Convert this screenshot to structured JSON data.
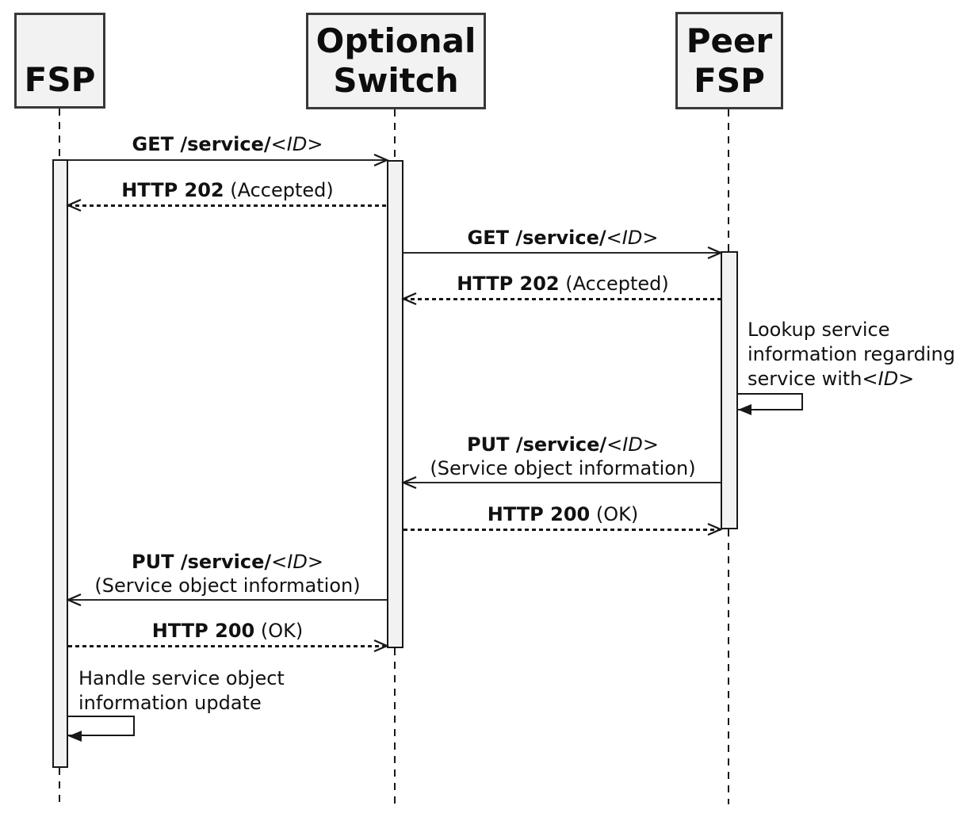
{
  "diagram_type": "uml-sequence-diagram",
  "colors": {
    "background": "#ffffff",
    "participant_fill": "#f2f2f2",
    "participant_border": "#383838",
    "activation_fill": "#f2f2f2",
    "line_color": "#181818"
  },
  "participants": [
    {
      "name": "FSP",
      "line1": "FSP",
      "line2": ""
    },
    {
      "name": "Optional Switch",
      "line1": "Optional",
      "line2": "Switch"
    },
    {
      "name": "Peer FSP",
      "line1": "Peer",
      "line2": "FSP"
    }
  ],
  "messages": {
    "get_fsp_to_switch": {
      "bold": "GET /service/",
      "id": "<ID>"
    },
    "http202_switch_to_fsp": {
      "bold": "HTTP 202",
      "rest": " (Accepted)"
    },
    "get_switch_to_peer": {
      "bold": "GET /service/",
      "id": "<ID>"
    },
    "http202_peer_to_switch": {
      "bold": "HTTP 202",
      "rest": " (Accepted)"
    },
    "put_peer_to_switch": {
      "bold": "PUT /service/",
      "id": "<ID>",
      "line2": "(Service object information)"
    },
    "http200_switch_to_peer": {
      "bold": "HTTP 200",
      "rest": " (OK)"
    },
    "put_switch_to_fsp": {
      "bold": "PUT /service/",
      "id": "<ID>",
      "line2": "(Service object information)"
    },
    "http200_fsp_to_switch": {
      "bold": "HTTP 200",
      "rest": " (OK)"
    }
  },
  "self_messages": {
    "lookup": {
      "line1": "Lookup service",
      "line2": "information regarding",
      "line3": "service with",
      "line3_id": "<ID>"
    },
    "handle": {
      "line1": "Handle service object",
      "line2": "information update"
    }
  }
}
